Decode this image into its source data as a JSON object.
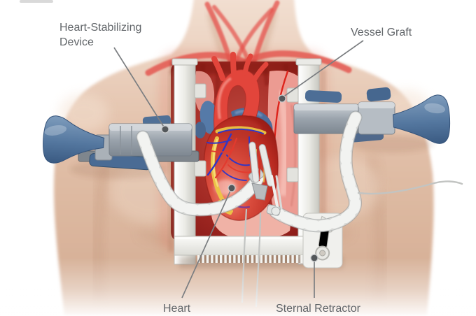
{
  "illustration": {
    "kind": "labeled medical illustration",
    "subject": "open-chest heart surgery with stabilizing device and sternal retractor",
    "background": "#ffffff"
  },
  "labels": {
    "stabilizer_line1": "Heart-Stabilizing",
    "stabilizer_line2": "Device",
    "vessel_graft": "Vessel Graft",
    "heart": "Heart",
    "sternal_retractor": "Sternal Retractor"
  },
  "colors": {
    "label_text": "#616569",
    "leader_line": "#7b7e81",
    "leader_dot": "#53575a",
    "heart_red": "#d4453a",
    "aorta_red": "#e2453b",
    "vein_blue": "#4c6d9c",
    "knob_blue": "#54779f",
    "clamp_gray": "#9aa3ac",
    "frame_white": "#f2f2ef",
    "cavity_red": "#a32a24",
    "fat_yellow": "#ecc247",
    "skin": "#e2c0a9"
  }
}
